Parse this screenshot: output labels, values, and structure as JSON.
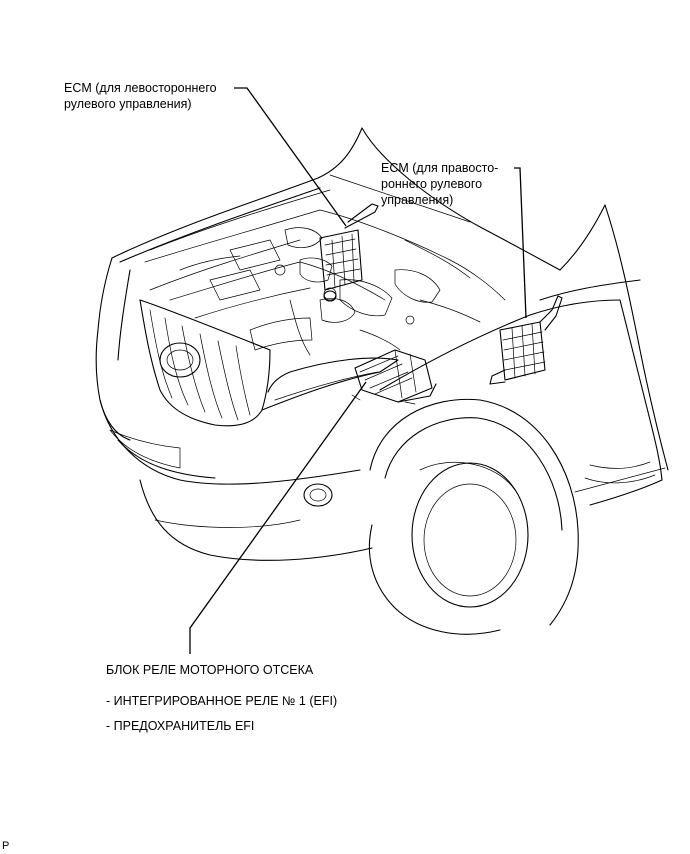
{
  "labels": {
    "ecm_lhd_line1": "ECM (для левостороннего",
    "ecm_lhd_line2": "рулевого управления)",
    "ecm_rhd_line1": "ECM (для правосто-",
    "ecm_rhd_line2": "роннего рулевого",
    "ecm_rhd_line3": "управления)",
    "relay_block_title": "БЛОК РЕЛЕ МОТОРНОГО ОТСЕКА",
    "relay_item_1": "- ИНТЕГРИРОВАННОЕ РЕЛЕ № 1 (EFI)",
    "relay_item_2": "- ПРЕДОХРАНИТЕЛЬ EFI"
  },
  "figure_code": "P"
}
